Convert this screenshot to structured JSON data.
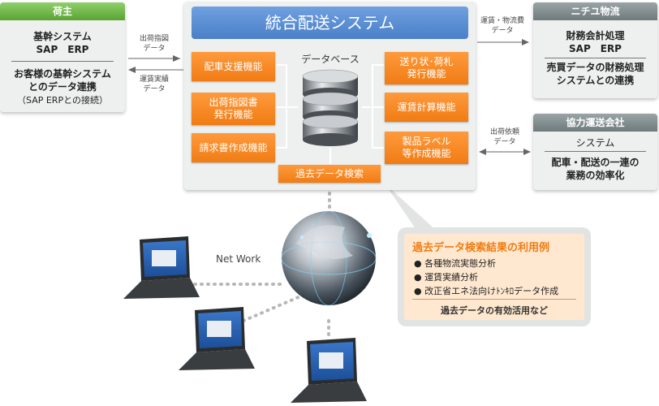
{
  "left_panel": {
    "title": "荷主",
    "line1": "基幹システム",
    "line2": "SAP　ERP",
    "line3": "お客様の基幹システム",
    "line4": "とのデータ連携",
    "line5": "（SAP ERPとの接続）"
  },
  "arrows": {
    "shipping_instr_1": "出荷指図",
    "shipping_instr_2": "データ",
    "freight_actual_1": "運賃実績",
    "freight_actual_2": "データ",
    "freight_cost_1": "運賃・物流費",
    "freight_cost_2": "データ",
    "shipping_req_1": "出荷依頼",
    "shipping_req_2": "データ"
  },
  "center": {
    "title": "統合配送システム",
    "database_label": "データベース",
    "functions": {
      "dispatch_support": "配車支援機能",
      "shipping_doc_1": "出荷指図書",
      "shipping_doc_2": "発行機能",
      "invoice": "請求書作成機能",
      "waybill_1": "送り状･荷札",
      "waybill_2": "発行機能",
      "freight_calc": "運賃計算機能",
      "label_1": "製品ラベル",
      "label_2": "等作成機能",
      "past_search": "過去データ検索"
    }
  },
  "right_top": {
    "title": "ニチユ物流",
    "line1": "財務会計処理",
    "line2": "SAP　ERP",
    "line3": "売買データの財務処理",
    "line4": "システムとの連携"
  },
  "right_bottom": {
    "title": "協力運送会社",
    "line1": "システム",
    "line2": "配車・配送の一連の",
    "line3": "業務の効率化"
  },
  "network_label": "Net Work",
  "callout": {
    "title": "過去データ検索結果の利用例",
    "items": [
      "各種物流実態分析",
      "運賃実績分析",
      "改正省エネ法向けﾄﾝｷﾛデータ作成"
    ],
    "footer": "過去データの有効活用など"
  },
  "colors": {
    "accent_orange": "#f28a22",
    "title_blue": "#5b8fd4",
    "header_gray": "#7f8a8c",
    "header_green": "#6ab542"
  }
}
